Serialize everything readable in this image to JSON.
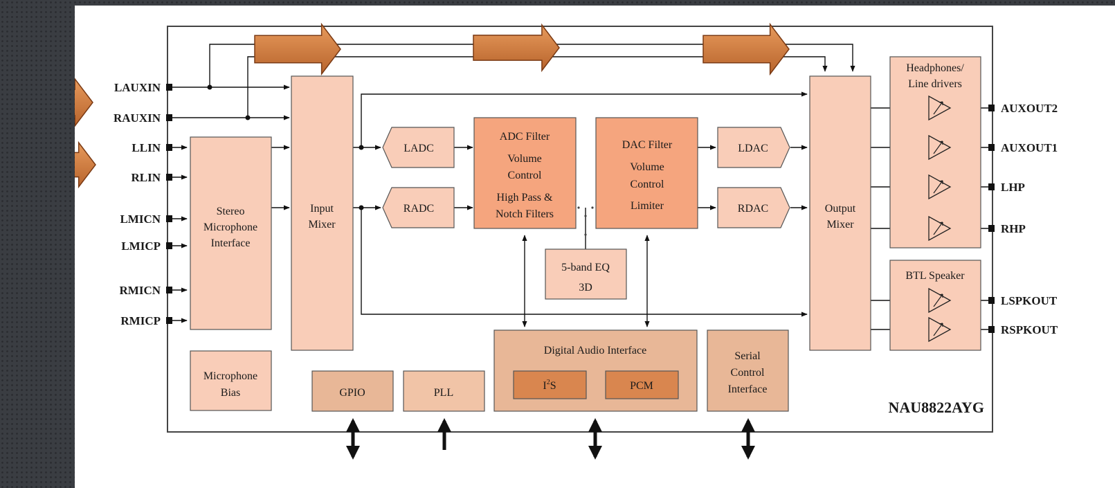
{
  "chip_name": "NAU8822AYG",
  "left_pins": [
    "LAUXIN",
    "RAUXIN",
    "LLIN",
    "RLIN",
    "LMICN",
    "LMICP",
    "RMICN",
    "RMICP"
  ],
  "right_pins": [
    "AUXOUT2",
    "AUXOUT1",
    "LHP",
    "RHP",
    "LSPKOUT",
    "RSPKOUT"
  ],
  "blocks": {
    "stereo_mic": [
      "Stereo",
      "Microphone",
      "Interface"
    ],
    "input_mixer": [
      "Input",
      "Mixer"
    ],
    "ladc": "LADC",
    "radc": "RADC",
    "adc_filter": [
      "ADC Filter",
      "Volume",
      "Control",
      "High Pass &",
      "Notch Filters"
    ],
    "dac_filter": [
      "DAC Filter",
      "Volume",
      "Control",
      "Limiter"
    ],
    "eq": [
      "5-band EQ",
      "3D"
    ],
    "ldac": "LDAC",
    "rdac": "RDAC",
    "output_mixer": [
      "Output",
      "Mixer"
    ],
    "hp_drivers": [
      "Headphones/",
      "Line drivers"
    ],
    "btl_speaker": "BTL Speaker",
    "mic_bias": [
      "Microphone",
      "Bias"
    ],
    "gpio": "GPIO",
    "pll": "PLL",
    "dai": "Digital Audio Interface",
    "i2s_main": "I",
    "i2s_sup": "2",
    "i2s_tail": "S",
    "pcm": "PCM",
    "serial": [
      "Serial",
      "Control",
      "Interface"
    ]
  },
  "colors": {
    "block_light": "#f9cdb8",
    "block_mid": "#f5a57e",
    "block_tan": "#e8b797",
    "block_dark": "#d9864f",
    "arrow_fill": "#cd7a3f",
    "background": "#3a3d42"
  }
}
